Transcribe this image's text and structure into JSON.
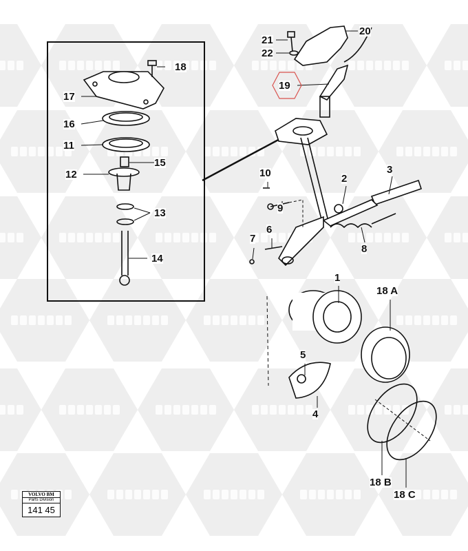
{
  "watermark": {
    "latin": "COMPART",
    "cyrillic": "КОМПАРТ",
    "color": "#d9d9d9"
  },
  "callouts": {
    "c18": "18",
    "c17": "17",
    "c16": "16",
    "c11": "11",
    "c15": "15",
    "c12": "12",
    "c13": "13",
    "c14": "14",
    "c21": "21",
    "c22": "22",
    "c20": "20",
    "c19": "19",
    "c10": "10",
    "c3": "3",
    "c2": "2",
    "c9": "9",
    "c6": "6",
    "c7": "7",
    "c8": "8",
    "c1": "1",
    "c18a": "18 A",
    "c5": "5",
    "c4": "4",
    "c18b": "18 B",
    "c18c": "18 C"
  },
  "highlight_color": "#d9534f",
  "badge": {
    "brand": "VOLVO BM",
    "division": "Parts Division",
    "number": "141 45"
  }
}
